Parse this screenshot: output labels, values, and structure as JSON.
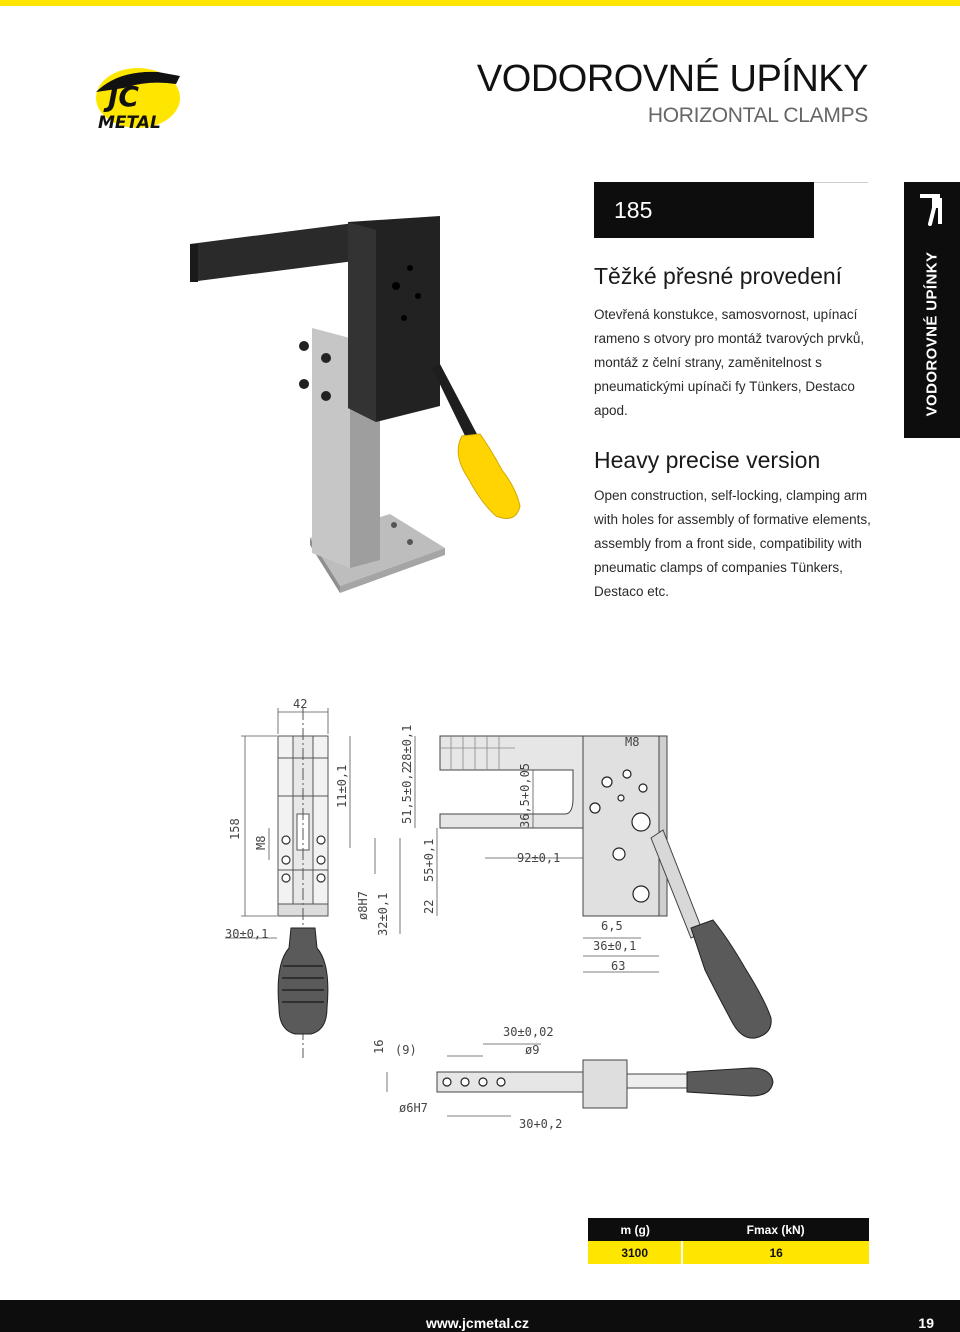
{
  "brand": {
    "logo_text_top": "JC",
    "logo_text_bottom": "METAL"
  },
  "header": {
    "title": "VODOROVNÉ UPÍNKY",
    "subtitle": "HORIZONTAL CLAMPS"
  },
  "product": {
    "code": "185",
    "title_cz": "Těžké přesné provedení",
    "description_cz": "Otevřená konstukce, samosvornost, upínací rameno s otvory pro montáž tvarových prvků, montáž z čelní strany, zaměnitelnost s pneumatickými upínači fy Tünkers, Destaco apod.",
    "title_en": "Heavy precise version",
    "description_en": "Open construction, self-locking, clamping arm with holes for assembly of formative elements, assembly from a front side, compatibility with pneumatic clamps of companies Tünkers, Destaco etc."
  },
  "side_tab": {
    "label": "VODOROVNÉ UPÍNKY",
    "icon": "clamp-icon"
  },
  "dimensions": {
    "d42": "42",
    "d158": "158",
    "m8_left": "M8",
    "d11": "11±0,1",
    "d8h7": "ø8H7",
    "d30_left": "30±0,1",
    "d32": "32±0,1",
    "d515": "51,5±0,2",
    "d28": "28±0,1",
    "d55": "55+0,1",
    "d22": "22",
    "d365": "36,5+0,05",
    "d92": "92±0,1",
    "m8_right": "M8",
    "d65": "6,5",
    "d36": "36±0,1",
    "d63": "63",
    "d16": "16",
    "d9p": "(9)",
    "d3002": "30±0,02",
    "d9": "ø9",
    "d6h7": "ø6H7",
    "d302": "30+0,2"
  },
  "specs": {
    "headers": [
      "m (g)",
      "Fmax (kN)"
    ],
    "values": [
      "3100",
      "16"
    ]
  },
  "footer": {
    "url": "www.jcmetal.cz",
    "page": "19"
  },
  "colors": {
    "accent": "#ffe600",
    "dark": "#0d0d0d"
  }
}
